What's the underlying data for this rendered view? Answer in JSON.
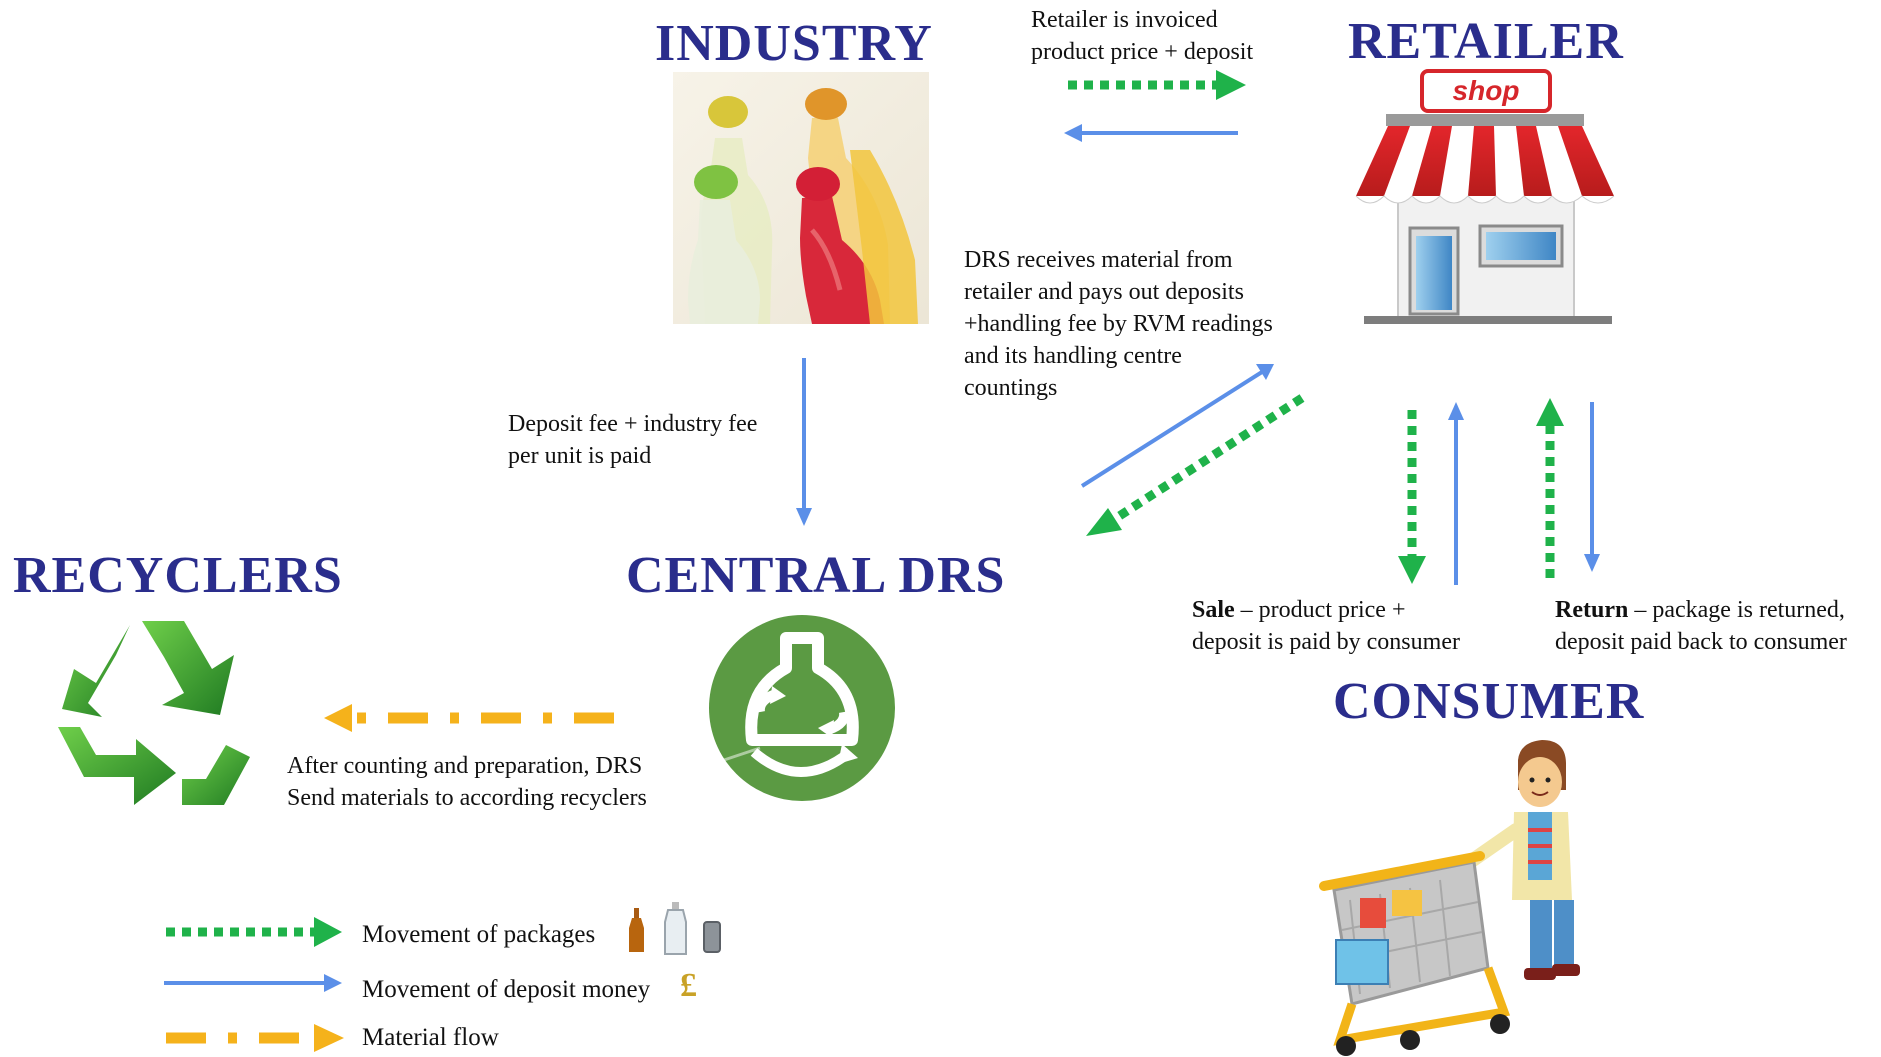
{
  "nodes": {
    "industry": "INDUSTRY",
    "retailer": "RETAILER",
    "central_drs": "CENTRAL DRS",
    "recyclers": "RECYCLERS",
    "consumer": "CONSUMER"
  },
  "shop_sign": "shop",
  "annotations": {
    "retailer_invoiced": "Retailer is invoiced\nproduct price + deposit",
    "drs_receives": "DRS receives material from\nretailer and pays out deposits\n+handling fee by RVM readings\nand its handling centre\ncountings",
    "deposit_fee": "Deposit fee + industry fee\nper unit is paid",
    "sale_bold": "Sale",
    "sale_rest": " – product price +\ndeposit is paid by consumer",
    "return_bold": "Return",
    "return_rest": " – package is returned,\ndeposit paid back to consumer",
    "after_counting": "After counting and preparation, DRS\nSend materials to according recyclers"
  },
  "legend": {
    "packages": "Movement of packages",
    "money": "Movement of deposit money",
    "material": "Material flow",
    "money_symbol": "£"
  },
  "colors": {
    "title_blue": "#2a2d8c",
    "packages_green": "#1fb24a",
    "money_blue": "#5b8fe8",
    "material_orange": "#f5b21b",
    "recycle_green": "#3f9b3c",
    "drs_green": "#5b9a43"
  },
  "icons": [
    "bottles-photo",
    "shop-icon",
    "recycle-icon",
    "drs-logo-icon",
    "consumer-cart-icon",
    "bottle-icon",
    "plastic-bottle-icon",
    "can-icon",
    "coin-icon"
  ]
}
